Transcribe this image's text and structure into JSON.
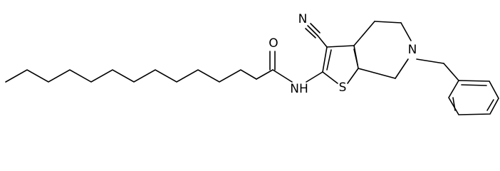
{
  "molecule": {
    "atoms": {
      "oxygen": "O",
      "amide_nitrogen": "NH",
      "sulfur": "S",
      "nitrile_nitrogen": "N",
      "ring_nitrogen": "N"
    }
  }
}
